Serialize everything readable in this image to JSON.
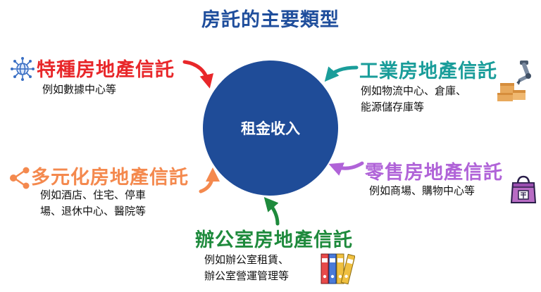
{
  "title": "房託的主要類型",
  "center": "租金收入",
  "categories": [
    {
      "key": "special",
      "title": "特種房地產信託",
      "color": "#e8272a",
      "desc": [
        "例如數據中心等"
      ]
    },
    {
      "key": "industrial",
      "title": "工業房地產信託",
      "color": "#1a9d9a",
      "desc": [
        "例如物流中心、倉庫、",
        "能源儲存庫等"
      ]
    },
    {
      "key": "diversified",
      "title": "多元化房地產信託",
      "color": "#f4894e",
      "desc": [
        "例如酒店、住宅、停車",
        "場、退休中心、醫院等"
      ]
    },
    {
      "key": "retail",
      "title": "零售房地產信託",
      "color": "#b063d8",
      "desc": [
        "例如商場、購物中心等"
      ]
    },
    {
      "key": "office",
      "title": "辦公室房地產信託",
      "color": "#1e8a3c",
      "desc": [
        "例如辦公室租賃、",
        "辦公室營運管理等"
      ]
    }
  ],
  "icons": {
    "special": "globe-network-icon",
    "industrial": "robot-arm-boxes-icon",
    "diversified": "share-network-icon",
    "retail": "shopping-bag-icon",
    "office": "binders-icon"
  }
}
